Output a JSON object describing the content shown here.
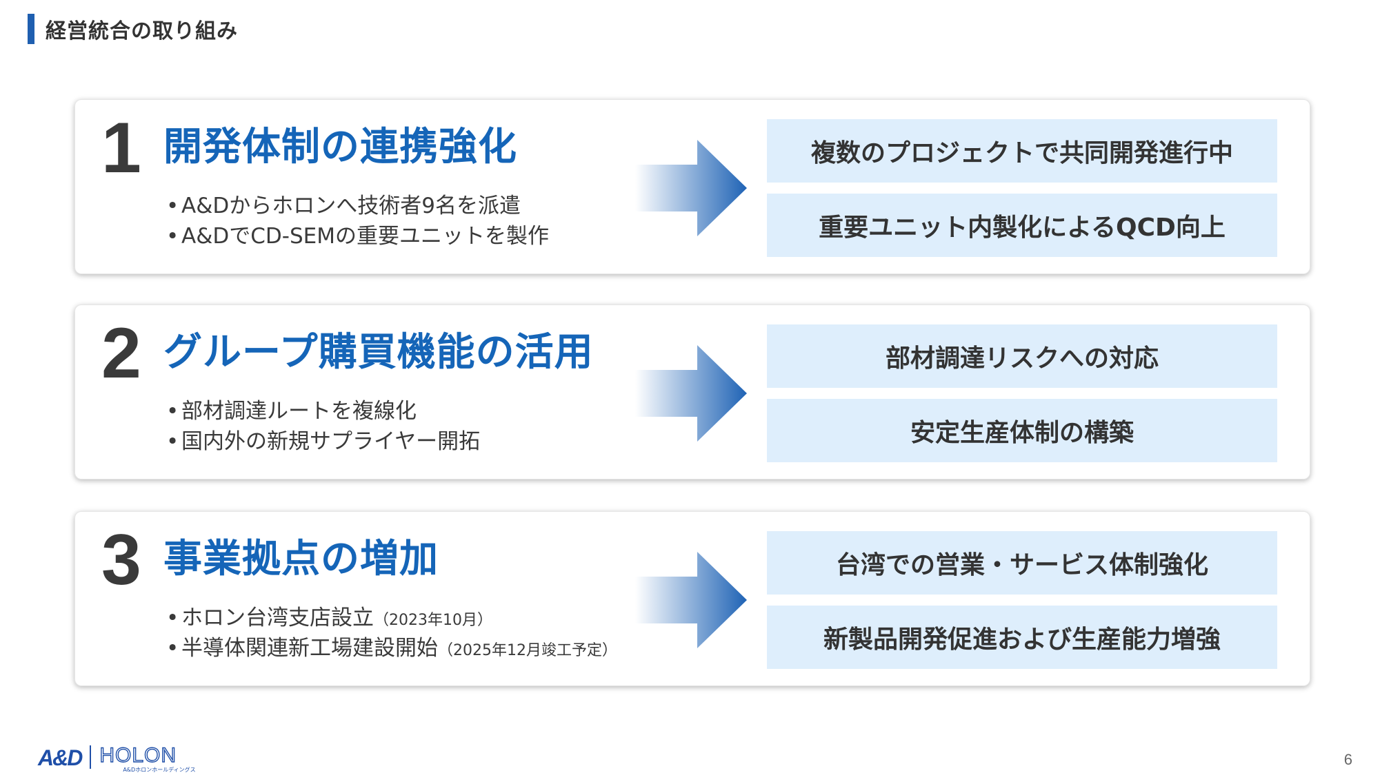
{
  "header": {
    "title": "経営統合の取り組み",
    "accent_color": "#1f5fb0"
  },
  "colors": {
    "title_blue": "#1565b8",
    "result_bg": "#deeefc",
    "arrow_start": "#ffffff",
    "arrow_end": "#1f63b5"
  },
  "sections": [
    {
      "number": "1",
      "title": "開発体制の連携強化",
      "bullets": [
        {
          "text": "A&Dからホロンへ技術者9名を派遣",
          "note": ""
        },
        {
          "text": "A&DでCD-SEMの重要ユニットを製作",
          "note": ""
        }
      ],
      "results": [
        "複数のプロジェクトで共同開発進行中",
        "重要ユニット内製化によるQCD向上"
      ]
    },
    {
      "number": "2",
      "title": "グループ購買機能の活用",
      "bullets": [
        {
          "text": "部材調達ルートを複線化",
          "note": ""
        },
        {
          "text": "国内外の新規サプライヤー開拓",
          "note": ""
        }
      ],
      "results": [
        "部材調達リスクへの対応",
        "安定生産体制の構築"
      ]
    },
    {
      "number": "3",
      "title": "事業拠点の増加",
      "bullets": [
        {
          "text": "ホロン台湾支店設立",
          "note": "（2023年10月）"
        },
        {
          "text": "半導体関連新工場建設開始",
          "note": "（2025年12月竣工予定）"
        }
      ],
      "results": [
        "台湾での営業・サービス体制強化",
        "新製品開発促進および生産能力増強"
      ]
    }
  ],
  "footer": {
    "logo_and": "A&D",
    "logo_holon": "HOLON",
    "logo_sub": "A&Dホロンホールディングス",
    "page_number": "6"
  }
}
